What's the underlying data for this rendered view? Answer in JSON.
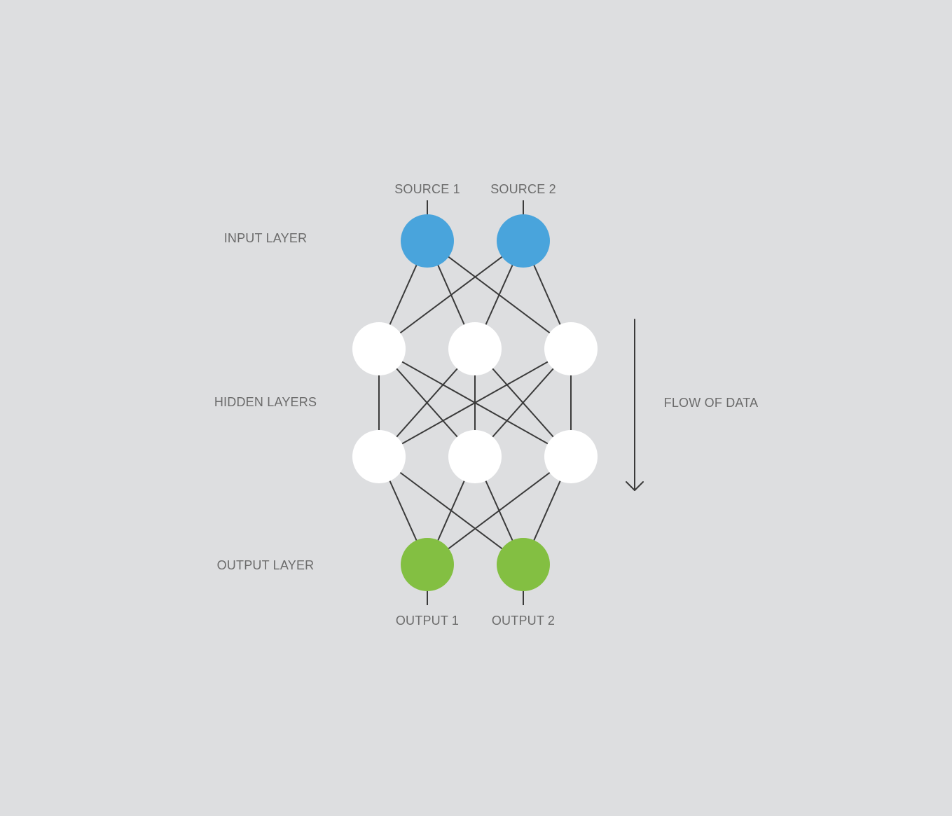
{
  "diagram": {
    "title": "",
    "layer_labels": {
      "input": "INPUT LAYER",
      "hidden": "HIDDEN LAYERS",
      "output": "OUTPUT LAYER"
    },
    "flow_label": "FLOW OF DATA",
    "colors": {
      "background": "#dddee0",
      "input_node": "#49a4dc",
      "hidden_node": "#ffffff",
      "output_node": "#83bf42",
      "edge": "#3a3a3a",
      "text": "#6b6b6b"
    },
    "sources": [
      "SOURCE 1",
      "SOURCE 2"
    ],
    "outputs": [
      "OUTPUT 1",
      "OUTPUT 2"
    ],
    "layers": [
      {
        "type": "input",
        "nodes": 2
      },
      {
        "type": "hidden",
        "nodes": 3
      },
      {
        "type": "hidden",
        "nodes": 3
      },
      {
        "type": "output",
        "nodes": 2
      }
    ],
    "connectivity": "fully-connected between adjacent layers",
    "flow_direction": "top-to-bottom"
  }
}
